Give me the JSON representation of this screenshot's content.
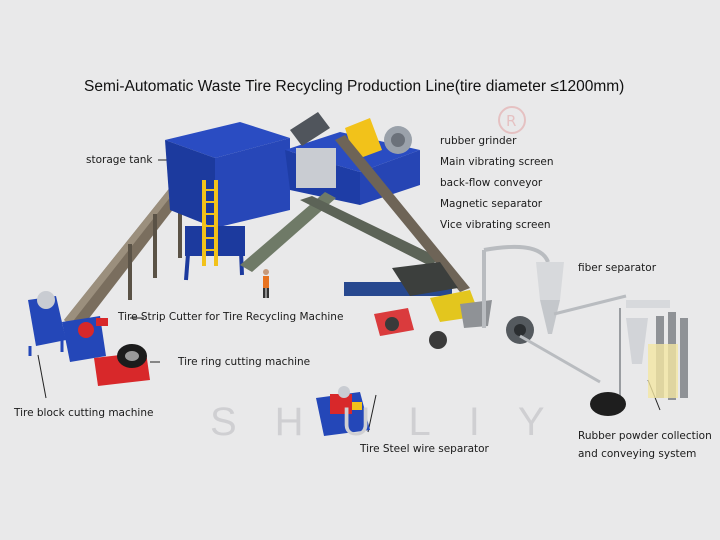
{
  "title": "Semi-Automatic Waste Tire Recycling Production Line(tire diameter ≤1200mm)",
  "watermark": "SHULIY",
  "labels": {
    "storage_tank": "storage tank",
    "rubber_grinder": "rubber grinder",
    "main_vibrating_screen": "Main vibrating screen",
    "back_flow_conveyor": "back-flow conveyor",
    "magnetic_separator": "Magnetic separator",
    "vice_vibrating_screen": "Vice vibrating screen",
    "fiber_separator": "fiber separator",
    "tire_strip_cutter": "Tire Strip Cutter for Tire Recycling Machine",
    "tire_ring_cutting": "Tire ring cutting machine",
    "tire_block_cutting": "Tire block cutting machine",
    "tire_steel_wire_separator": "Tire Steel wire separator",
    "rubber_powder_line1": "Rubber powder collection",
    "rubber_powder_line2": "and conveying system"
  },
  "colors": {
    "background": "#e9e9ea",
    "machine_blue": "#1f3fb0",
    "frame_gray": "#6b6254",
    "accent_yellow": "#f2c21a",
    "accent_red": "#d8282a",
    "silver": "#c9ccd2"
  }
}
